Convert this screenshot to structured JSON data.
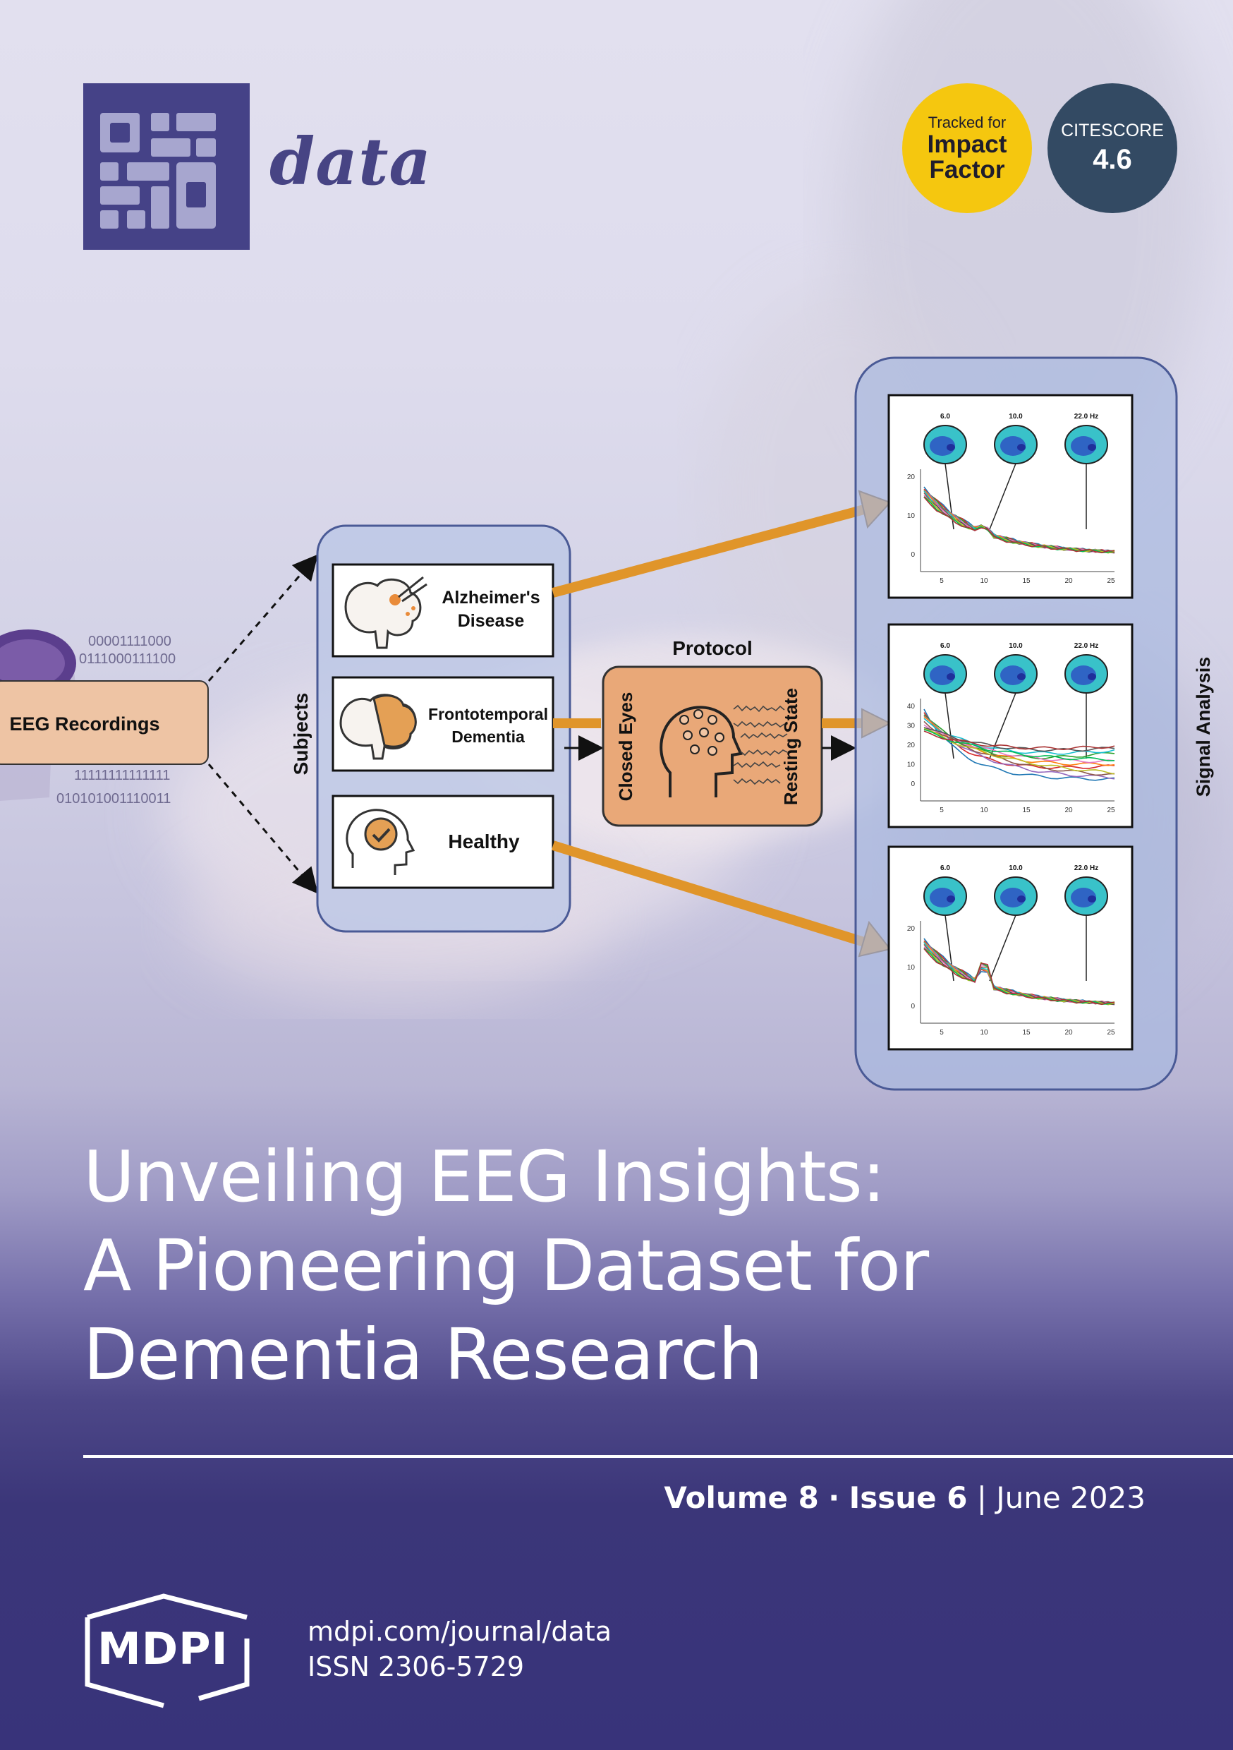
{
  "journal": {
    "name": "data"
  },
  "badges": {
    "impact_factor": {
      "line1": "Tracked for",
      "line2": "Impact",
      "line3": "Factor",
      "color": "#f5c70f"
    },
    "citescore": {
      "label": "CITESCORE",
      "value": "4.6",
      "color": "#334a63"
    }
  },
  "diagram": {
    "eeg_recordings": "EEG Recordings",
    "binary_lines": [
      "00001111000",
      "0111000111100",
      "0111000111100",
      "11111111111111",
      "010101001110011"
    ],
    "subjects_label": "Subjects",
    "subjects": [
      {
        "line1": "Alzheimer's",
        "line2": "Disease"
      },
      {
        "line1": "Frontotemporal",
        "line2": "Dementia"
      },
      {
        "line1": "Healthy"
      }
    ],
    "protocol_label": "Protocol",
    "closed_eyes": "Closed Eyes",
    "resting_state": "Resting State",
    "signal_analysis": "Signal Analysis",
    "freq_labels": [
      "6.0",
      "10.0",
      "22.0 Hz"
    ],
    "x_ticks": [
      "5",
      "10",
      "15",
      "20",
      "25"
    ],
    "panel_y_ticks": [
      [
        "20",
        "10",
        "0"
      ],
      [
        "40",
        "30",
        "20",
        "10",
        "0"
      ],
      [
        "20",
        "10",
        "0"
      ]
    ]
  },
  "title_lines": [
    "Unveiling EEG Insights:",
    "A Pioneering Dataset for",
    "Dementia Research"
  ],
  "issue": {
    "volume": "Volume 8",
    "separator": "·",
    "issue": "Issue 6",
    "bar": "|",
    "date": "June 2023"
  },
  "publisher": {
    "logo_text": "MDPI",
    "url": "mdpi.com/journal/data",
    "issn": "ISSN 2306-5729"
  }
}
